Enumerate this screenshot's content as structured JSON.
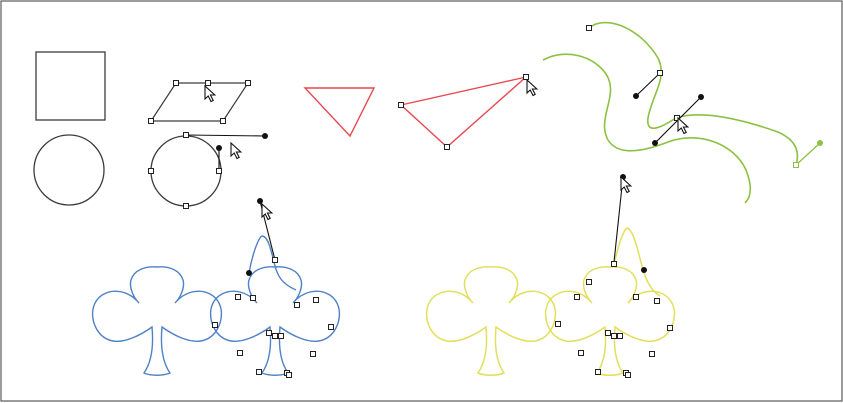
{
  "colors": {
    "stroke_default": "#3c3c3c",
    "triangle": "#e8484f",
    "curve_green": "#8cc142",
    "club_blue": "#4f82c6",
    "club_yellow": "#e3df5c",
    "anchor_fill": "#ffffff",
    "anchor_stroke": "#222222",
    "handle": "#111111"
  },
  "shapes": [
    {
      "name": "square-shape",
      "kind": "square",
      "color": "stroke_default"
    },
    {
      "name": "parallelogram-shape",
      "kind": "parallelogram",
      "color": "stroke_default",
      "selected": true
    },
    {
      "name": "circle-shape",
      "kind": "circle",
      "color": "stroke_default"
    },
    {
      "name": "circle-with-handles-shape",
      "kind": "circle",
      "color": "stroke_default",
      "selected": true
    },
    {
      "name": "red-triangle-shape",
      "kind": "triangle",
      "color": "triangle"
    },
    {
      "name": "red-triangle-selected-shape",
      "kind": "triangle",
      "color": "triangle",
      "selected": true
    },
    {
      "name": "green-s-curve-shape",
      "kind": "curve",
      "color": "curve_green",
      "selected": true
    },
    {
      "name": "blue-club-shape",
      "kind": "club",
      "color": "club_blue"
    },
    {
      "name": "blue-club-selected-shape",
      "kind": "club",
      "color": "club_blue",
      "selected": true
    },
    {
      "name": "yellow-club-shape",
      "kind": "club",
      "color": "club_yellow"
    },
    {
      "name": "yellow-club-selected-shape",
      "kind": "club",
      "color": "club_yellow",
      "selected": true
    }
  ],
  "cursor_icon": "arrow-cursor-icon"
}
